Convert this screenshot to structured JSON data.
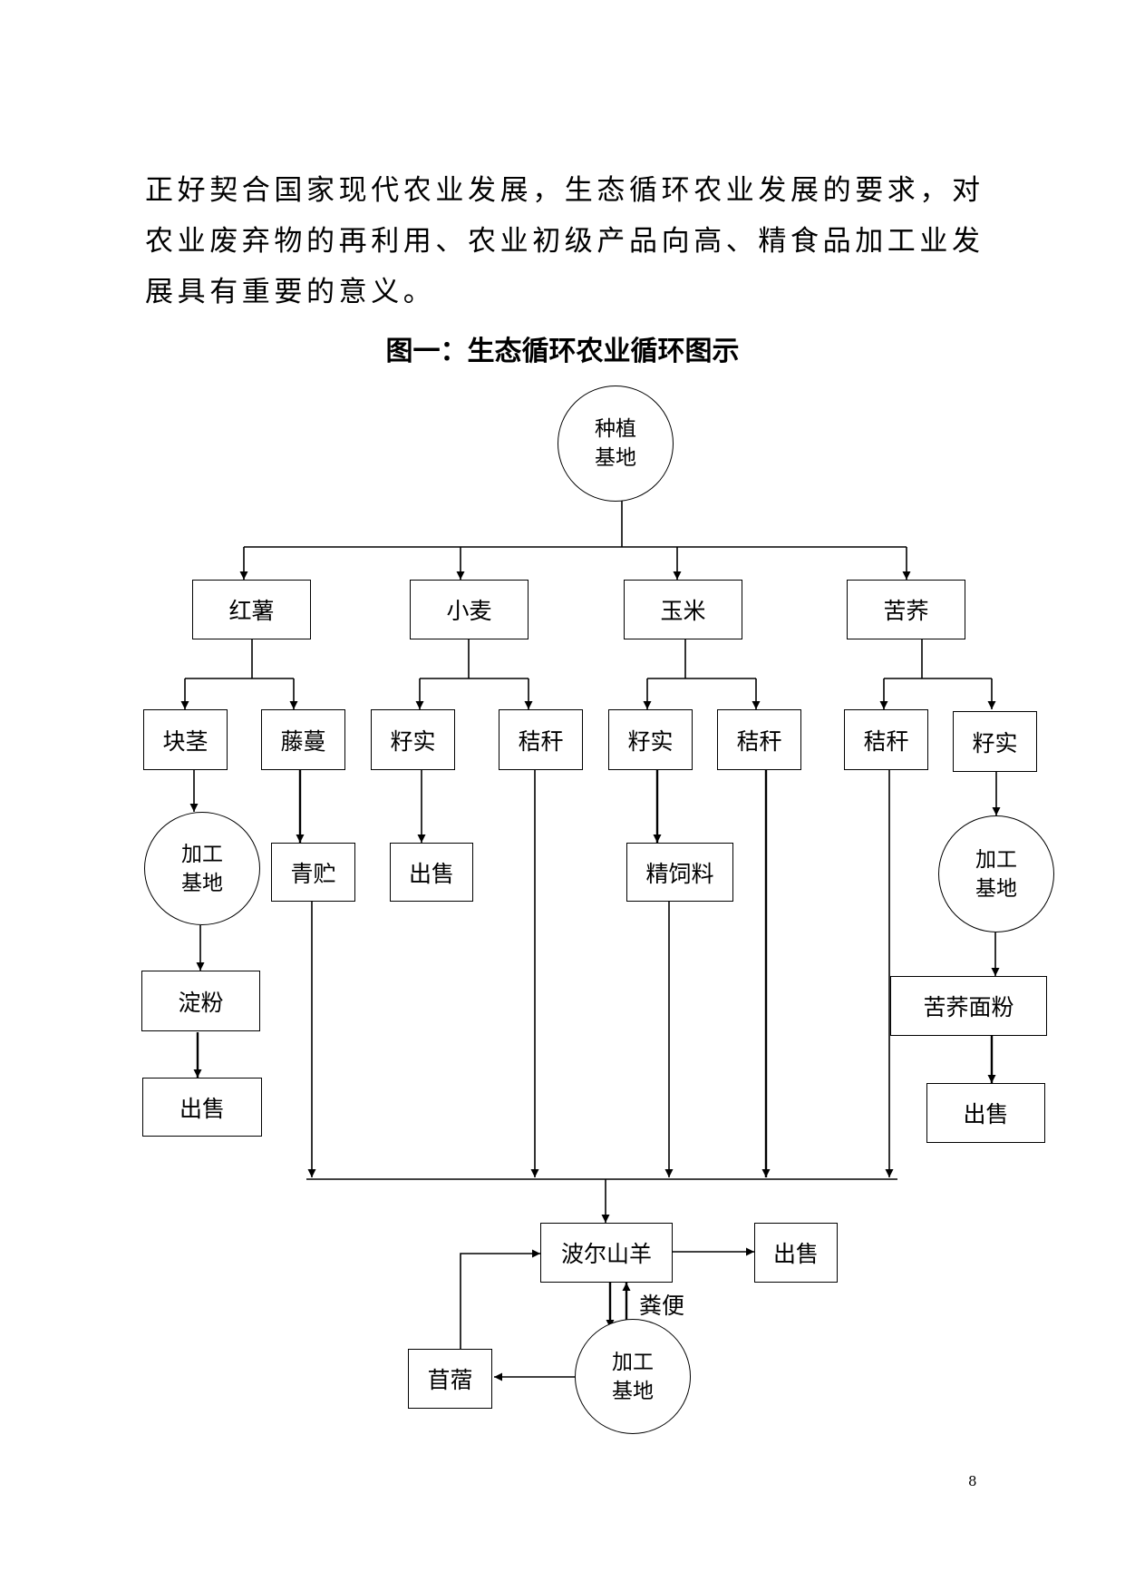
{
  "paragraph": "正好契合国家现代农业发展，生态循环农业发展的要求，对农业废弃物的再利用、农业初级产品向高、精食品加工业发展具有重要的意义。",
  "figure_title": "图一：生态循环农业循环图示",
  "page_number": "8",
  "nodes": {
    "planting_base": [
      "种植",
      "基地"
    ],
    "sweet_potato": "红薯",
    "wheat": "小麦",
    "corn": "玉米",
    "buckwheat": "苦荞",
    "tuber": "块茎",
    "vine": "藤蔓",
    "wheat_seed": "籽实",
    "wheat_straw": "秸秆",
    "corn_seed": "籽实",
    "corn_straw": "秸秆",
    "buckwheat_straw": "秸秆",
    "buckwheat_seed": "籽实",
    "processing_base_left": [
      "加工",
      "基地"
    ],
    "silage": "青贮",
    "wheat_sale": "出售",
    "concentrate_feed": "精饲料",
    "processing_base_right": [
      "加工",
      "基地"
    ],
    "starch": "淀粉",
    "buckwheat_flour": "苦荞面粉",
    "starch_sale": "出售",
    "flour_sale": "出售",
    "boer_goat": "波尔山羊",
    "goat_sale": "出售",
    "manure": "粪便",
    "processing_base_bottom": [
      "加工",
      "基地"
    ],
    "alfalfa": "苜蓿"
  }
}
